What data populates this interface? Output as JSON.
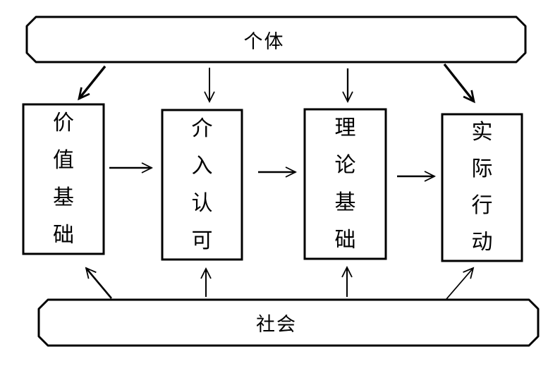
{
  "colors": {
    "stroke": "#000000",
    "background": "#ffffff"
  },
  "diagram": {
    "top_box": {
      "label": "个体"
    },
    "middle_boxes": [
      {
        "label": "价值基础"
      },
      {
        "label": "介入认可"
      },
      {
        "label": "理论基础"
      },
      {
        "label": "实际行动"
      }
    ],
    "bottom_box": {
      "label": "社会"
    },
    "edges": [
      {
        "from": "个体",
        "to": "价值基础"
      },
      {
        "from": "个体",
        "to": "介入认可"
      },
      {
        "from": "个体",
        "to": "理论基础"
      },
      {
        "from": "个体",
        "to": "实际行动"
      },
      {
        "from": "价值基础",
        "to": "介入认可"
      },
      {
        "from": "介入认可",
        "to": "理论基础"
      },
      {
        "from": "理论基础",
        "to": "实际行动"
      },
      {
        "from": "社会",
        "to": "价值基础"
      },
      {
        "from": "社会",
        "to": "介入认可"
      },
      {
        "from": "社会",
        "to": "理论基础"
      },
      {
        "from": "社会",
        "to": "实际行动"
      }
    ]
  }
}
